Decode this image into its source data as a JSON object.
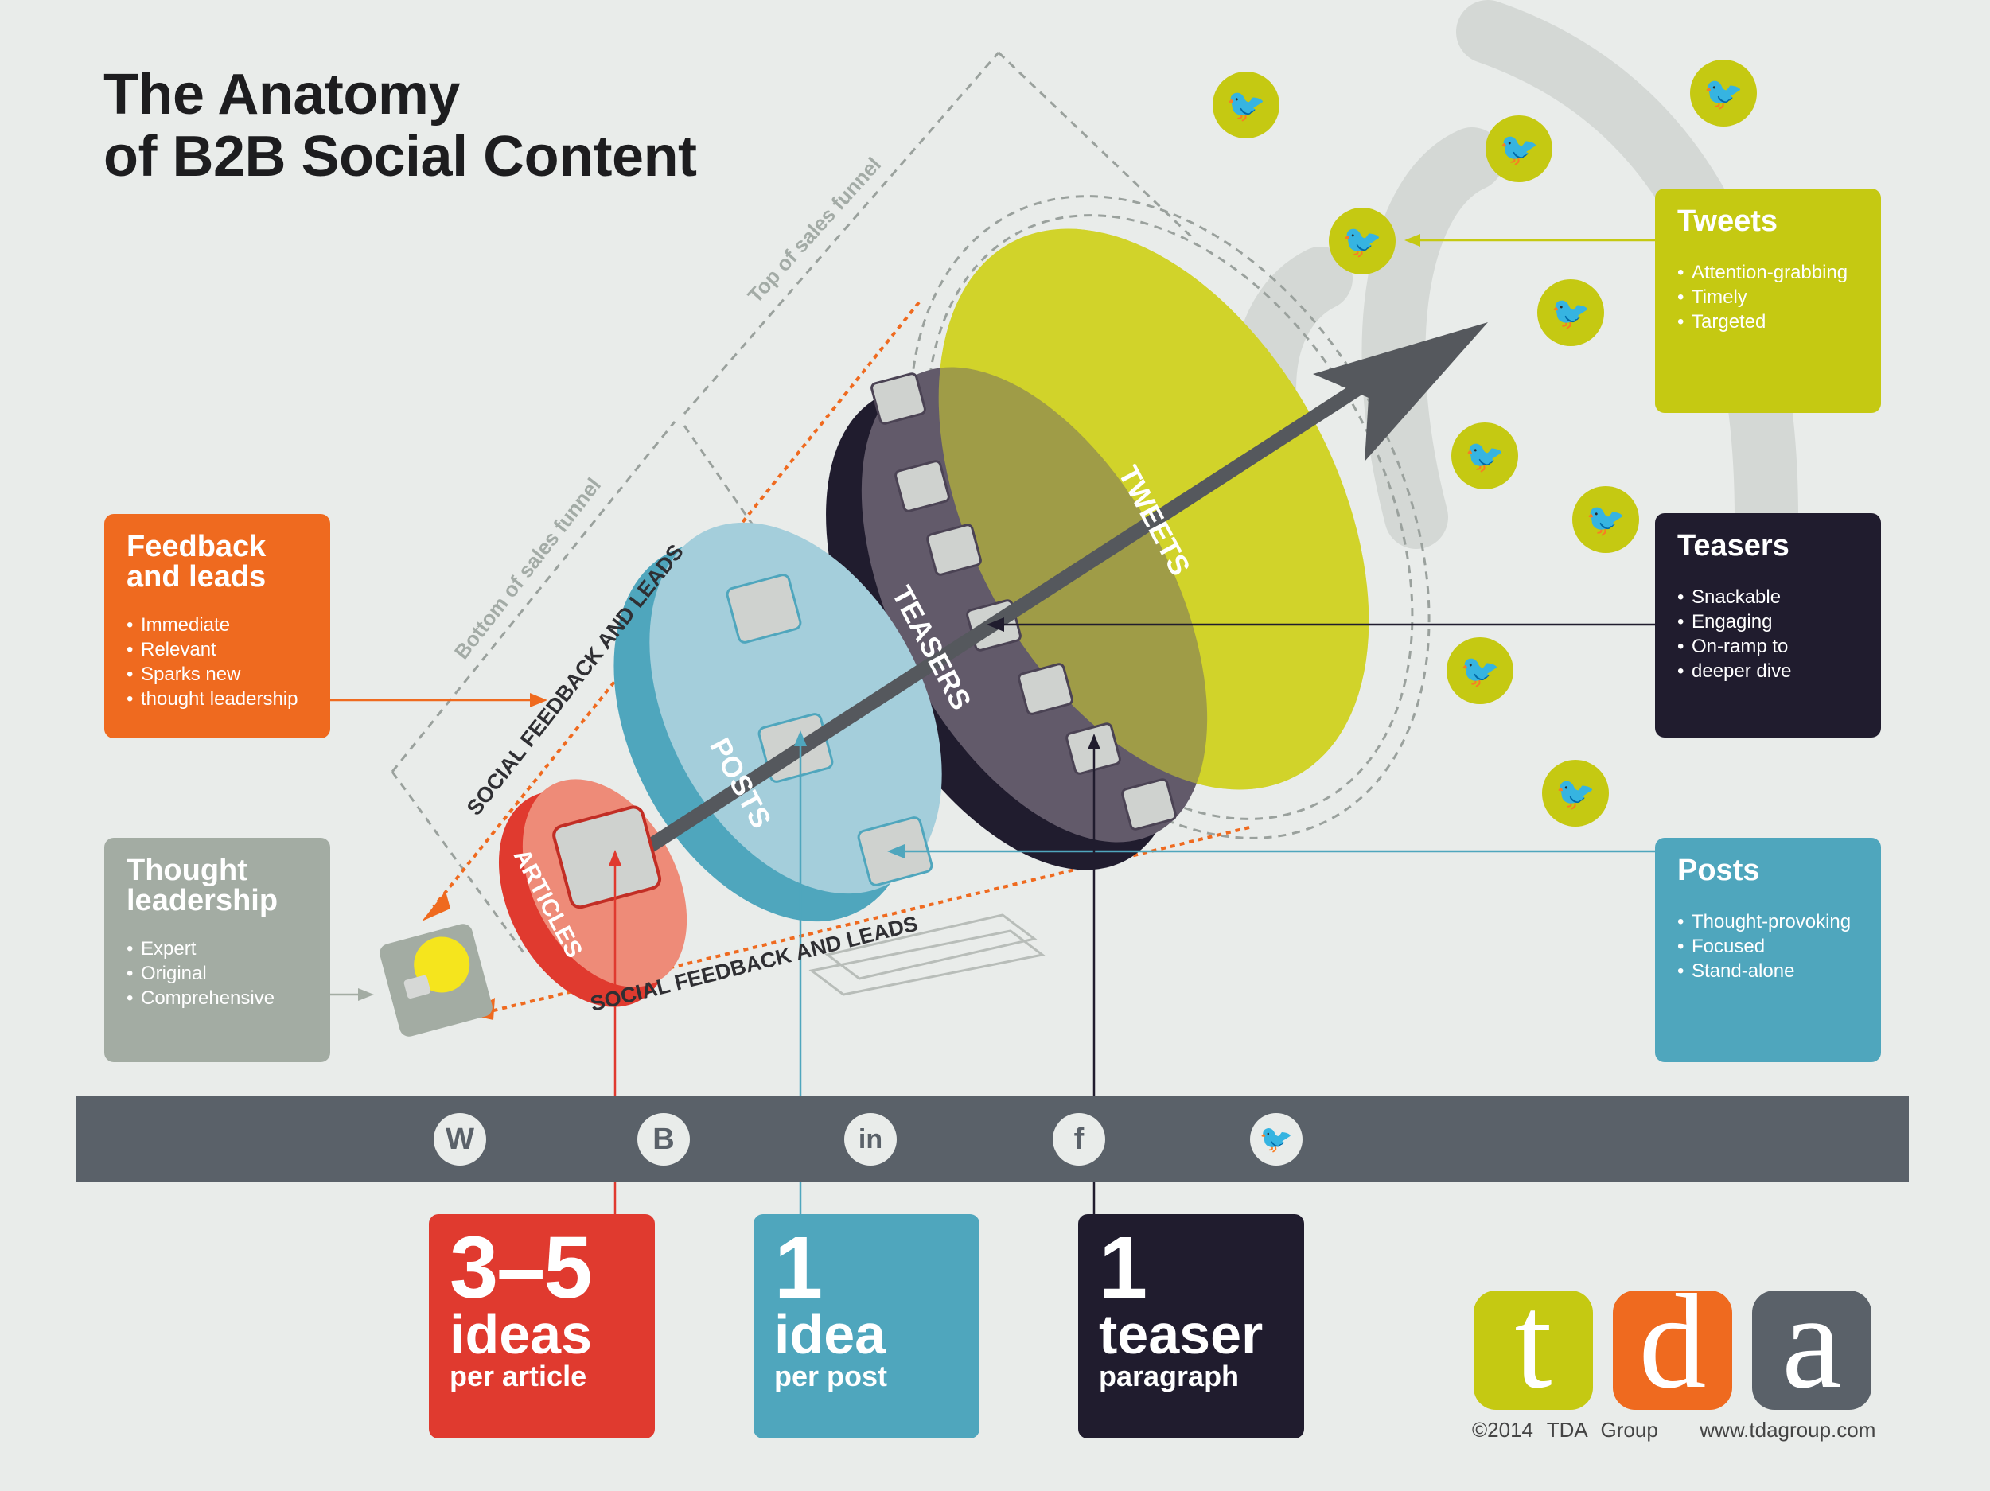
{
  "title": {
    "line1": "The Anatomy",
    "line2": "of B2B Social Content"
  },
  "funnel_labels": {
    "tweets": "TWEETS",
    "teasers": "TEASERS",
    "posts": "POSTS",
    "articles": "ARTICLES",
    "social_feedback_top": "SOCIAL FEEDBACK AND LEADS",
    "social_feedback_bottom": "SOCIAL FEEDBACK AND LEADS",
    "top_of_funnel": "Top of sales funnel",
    "bottom_of_funnel": "Bottom of sales funnel"
  },
  "cards": {
    "feedback": {
      "title_1": "Feedback",
      "title_2": "and leads",
      "items": [
        "Immediate",
        "Relevant",
        "Sparks new",
        "thought leadership"
      ],
      "color": "#ef6a1f"
    },
    "thought": {
      "title_1": "Thought",
      "title_2": "leadership",
      "items": [
        "Expert",
        "Original",
        "Comprehensive"
      ],
      "color": "#a3aca3"
    },
    "tweets": {
      "title": "Tweets",
      "items": [
        "Attention-grabbing",
        "Timely",
        "Targeted"
      ],
      "color": "#c5c912"
    },
    "teasers": {
      "title": "Teasers",
      "items": [
        "Snackable",
        "Engaging",
        "On-ramp to",
        "deeper dive"
      ],
      "color": "#201c2e"
    },
    "posts": {
      "title": "Posts",
      "items": [
        "Thought-provoking",
        "Focused",
        "Stand-alone"
      ],
      "color": "#4fa6bd"
    }
  },
  "social_bar": {
    "icons": [
      {
        "name": "wordpress-icon",
        "glyph": "W"
      },
      {
        "name": "blogger-icon",
        "glyph": "B"
      },
      {
        "name": "linkedin-icon",
        "glyph": "in"
      },
      {
        "name": "facebook-icon",
        "glyph": "f"
      },
      {
        "name": "twitter-icon",
        "glyph": "🐦"
      }
    ]
  },
  "metrics": [
    {
      "number": "3–5",
      "unit": "ideas",
      "sub": "per article",
      "color": "#e03a2f"
    },
    {
      "number": "1",
      "unit": "idea",
      "sub": "per post",
      "color": "#4fa6bd"
    },
    {
      "number": "1",
      "unit": "teaser",
      "sub": "paragraph",
      "color": "#201c2e"
    }
  ],
  "logo": {
    "t": "t",
    "d": "d",
    "a": "a"
  },
  "footer": {
    "copyright": "©2014 TDA Group",
    "url": "www.tdagroup.com"
  }
}
